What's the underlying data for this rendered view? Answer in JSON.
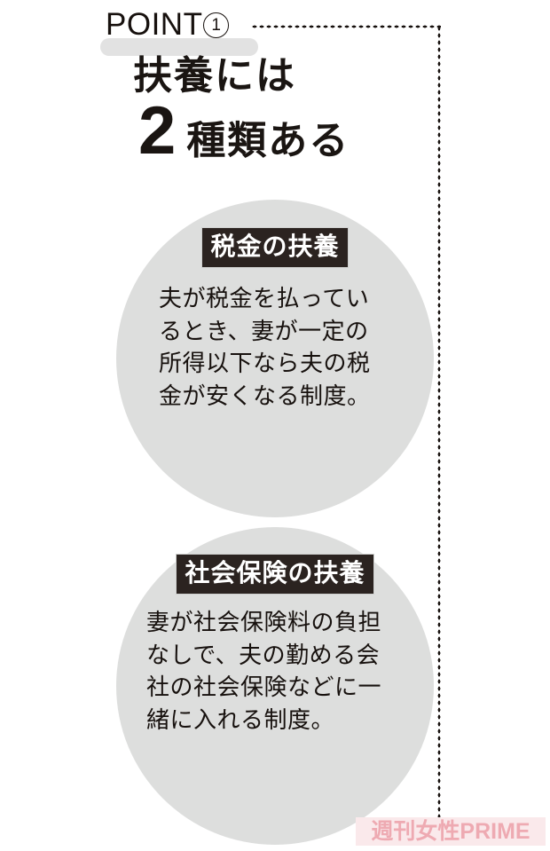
{
  "header": {
    "point_label": "POINT",
    "point_number": "1"
  },
  "headline": {
    "line1": "扶養には",
    "number": "2",
    "line2_rest": "種類ある"
  },
  "circles": [
    {
      "tag": "税金の扶養",
      "body": "夫が税金を払ってい\nるとき、妻が一定の\n所得以下なら夫の税\n金が安くなる制度。"
    },
    {
      "tag": "社会保険の扶養",
      "body": "妻が社会保険料の負担\nなしで、夫の勤める会\n社の社会保険などに一\n緒に入れる制度。"
    }
  ],
  "watermark": {
    "text": "週刊女性PRIME"
  },
  "colors": {
    "background": "#ffffff",
    "circle_fill": "#dddedd",
    "tag_background": "#2b2320",
    "tag_text": "#ffffff",
    "text_dark": "#17110e",
    "point_bar": "#e2e2e2",
    "dotted_line": "#17110e",
    "watermark_text": "#eeaab2",
    "watermark_background": "#fae9eb"
  }
}
